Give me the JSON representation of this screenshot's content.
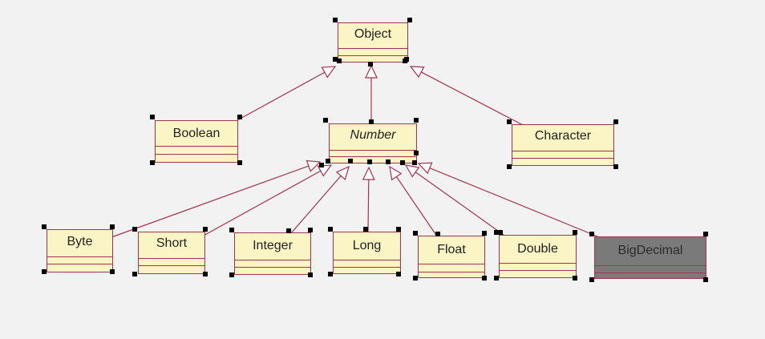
{
  "diagram": {
    "classes": {
      "object": "Object",
      "boolean": "Boolean",
      "number": "Number",
      "character": "Character",
      "byte": "Byte",
      "short": "Short",
      "integer": "Integer",
      "long": "Long",
      "float": "Float",
      "double": "Double",
      "bigdecimal": "BigDecimal"
    },
    "relationship": "generalization",
    "colors": {
      "class_fill": "#fbf4c4",
      "class_border": "#a3334f",
      "selected_fill": "#7a7a7a",
      "edge": "#a3334f",
      "handle": "#000000"
    }
  }
}
